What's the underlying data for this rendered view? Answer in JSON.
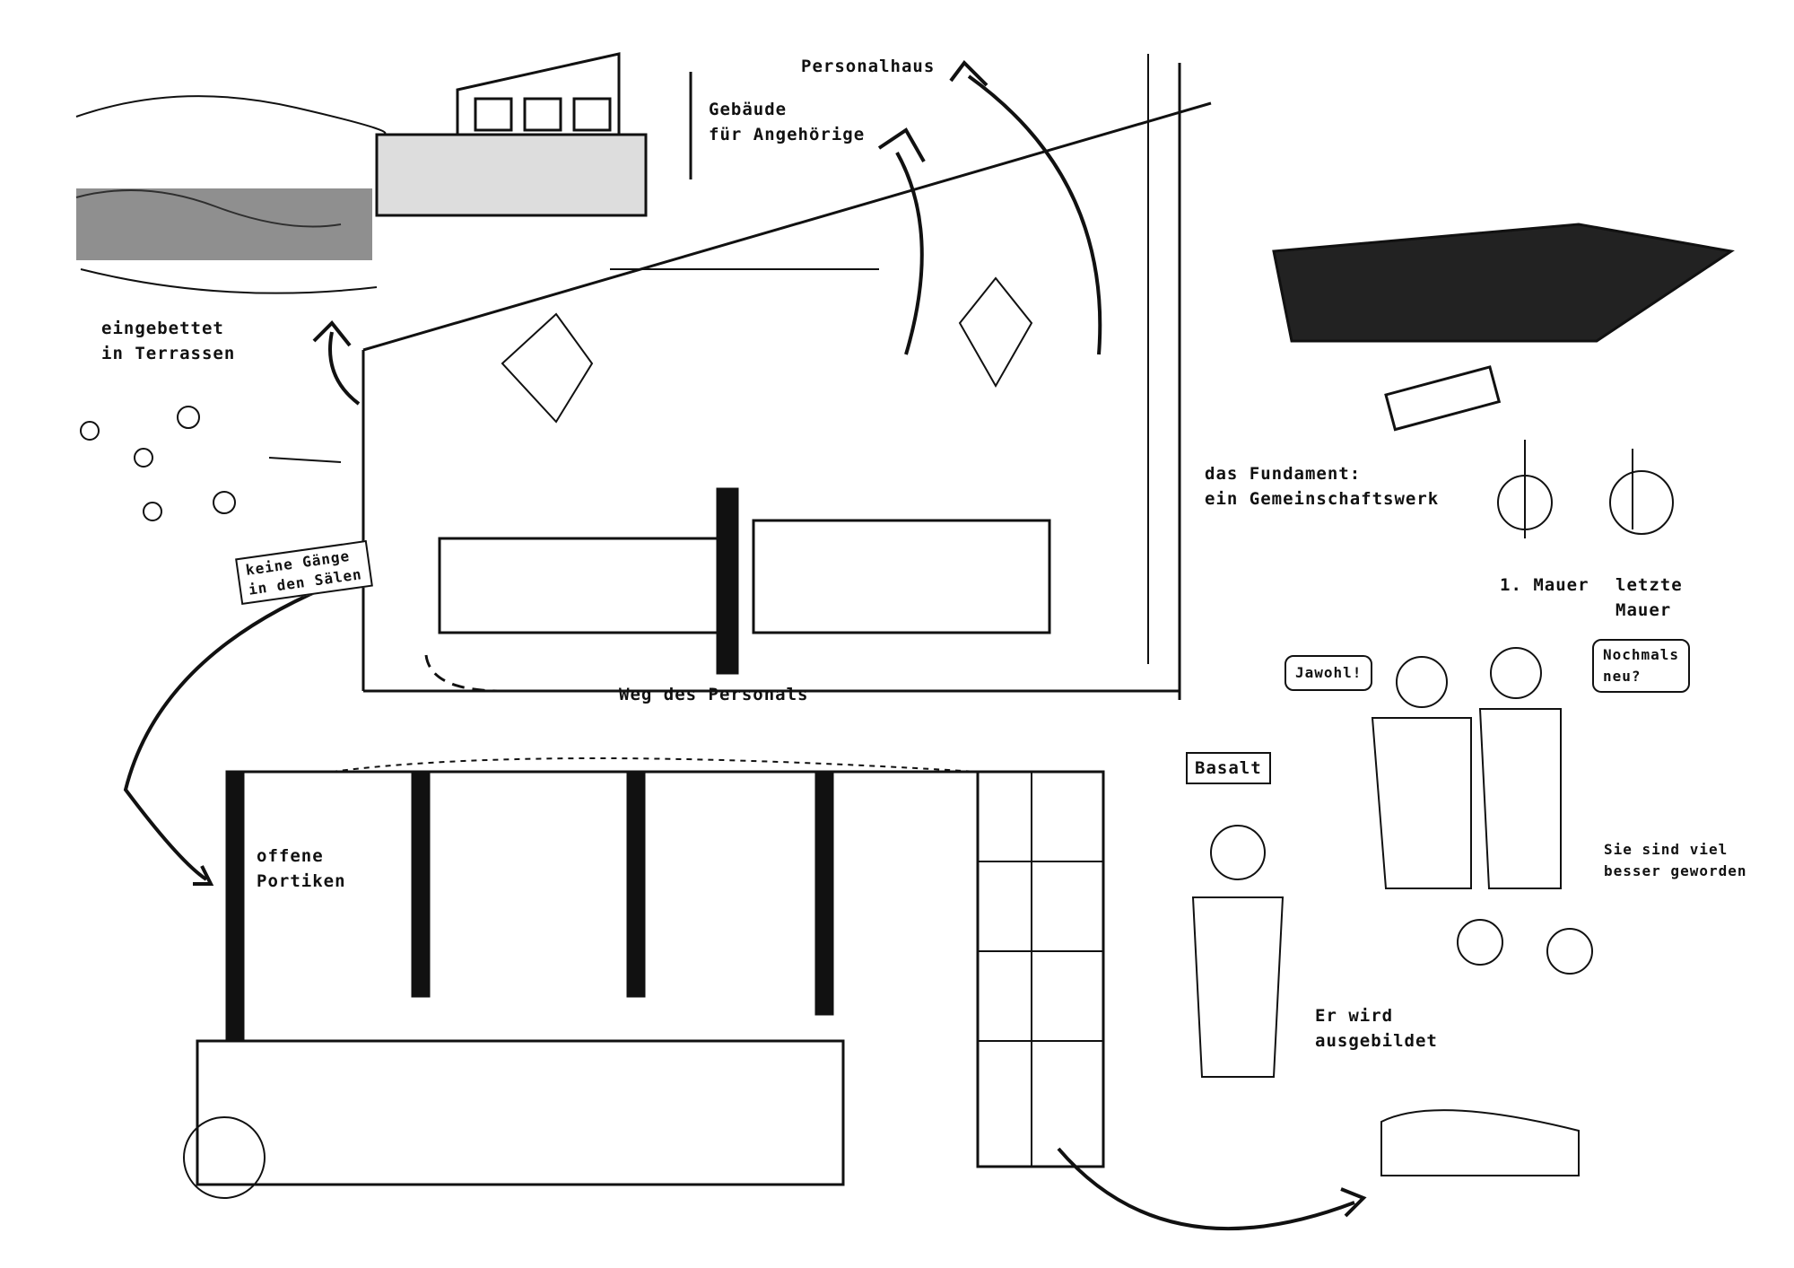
{
  "labels": {
    "personalhaus": "Personalhaus",
    "gebaeude": "Gebäude\nfür Angehörige",
    "terrassen": "eingebettet\nin Terrassen",
    "keine_gaenge": "keine Gänge\nin den Sälen",
    "weg_personal": "Weg des Personals",
    "fundament": "das Fundament:\nein Gemeinschaftswerk",
    "mauer_1": "1. Mauer",
    "mauer_letzte": "letzte\nMauer",
    "basalt": "Basalt",
    "portiken": "offene\nPortiken",
    "ausgebildet": "Er wird\nausgebildet",
    "besser": "Sie sind viel\nbesser geworden"
  },
  "speech": {
    "jawohl": "Jawohl!",
    "nochmals": "Nochmals\nneu?"
  }
}
